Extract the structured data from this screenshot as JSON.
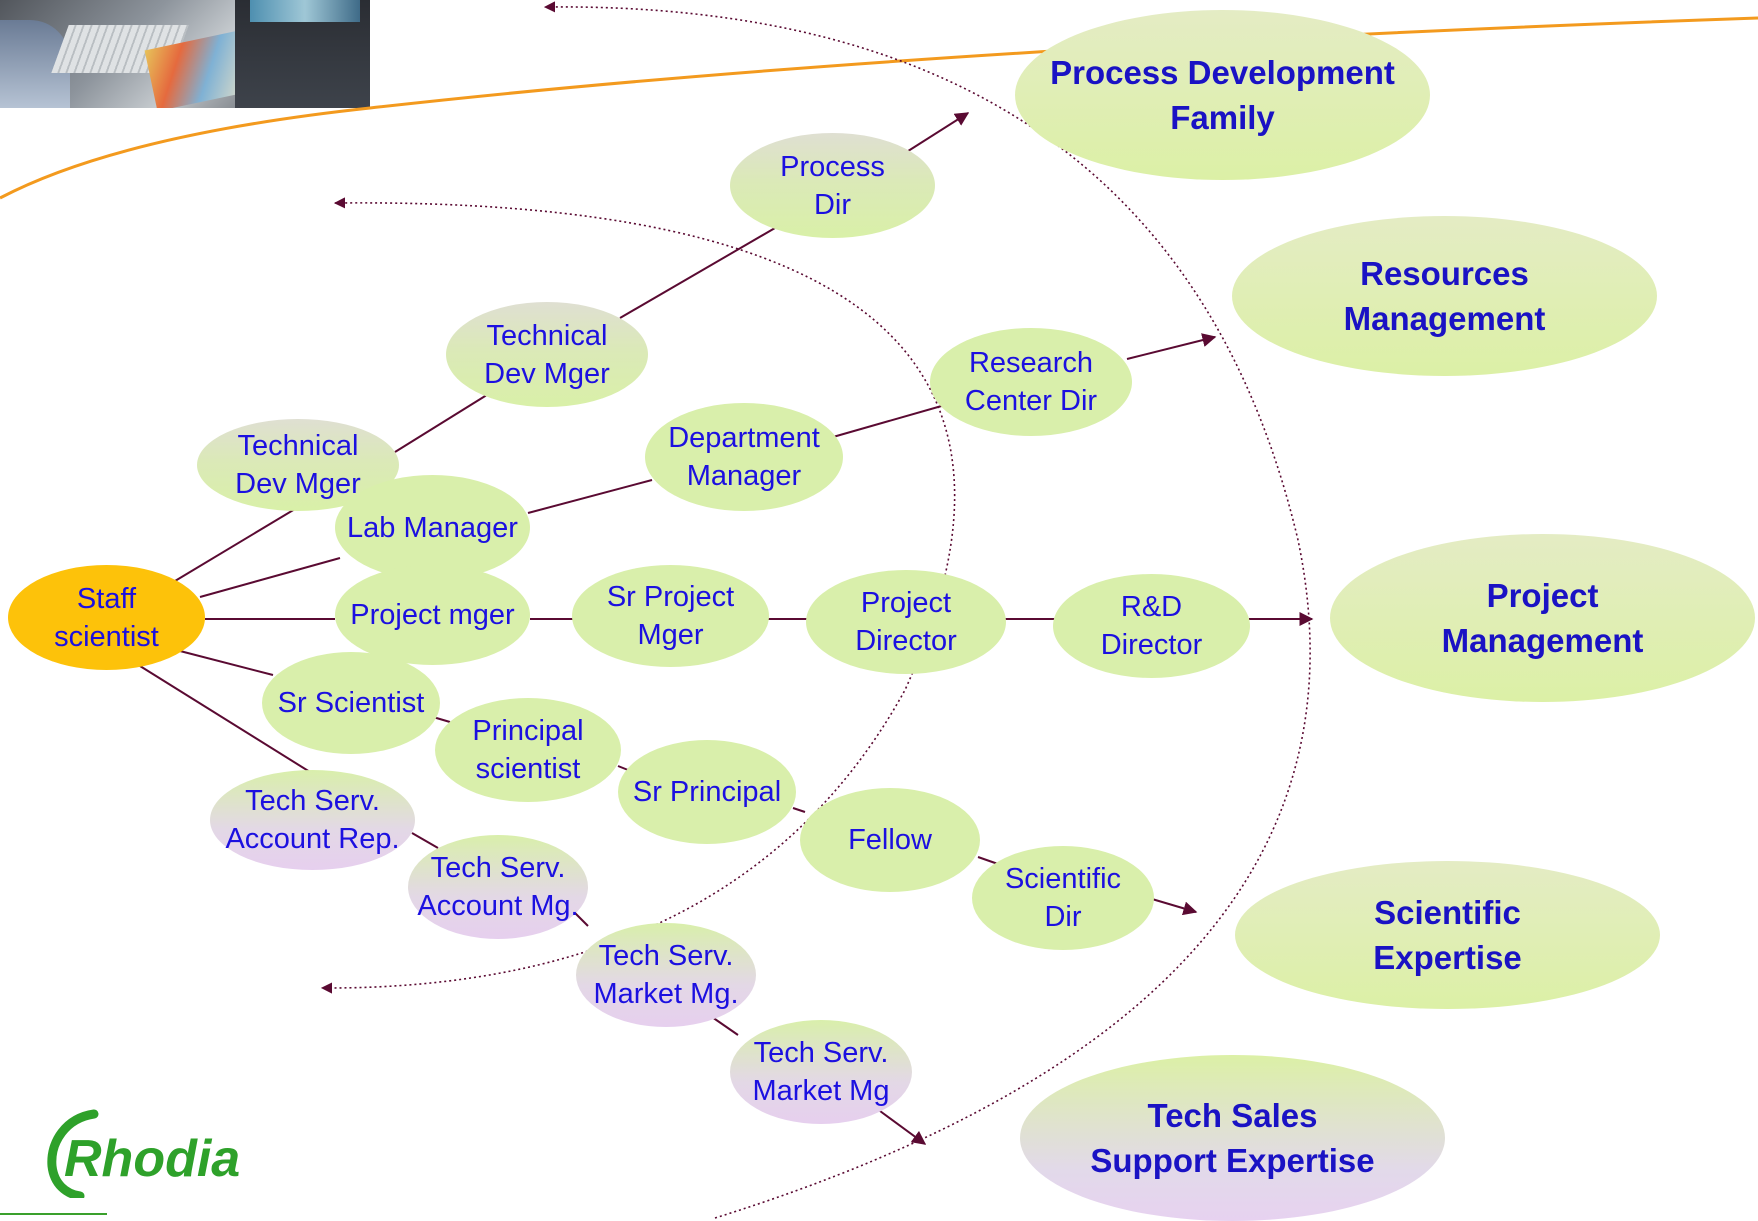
{
  "title": "",
  "nodes": {
    "staff_scientist": "Staff\nscientist",
    "tech_dev_mger_1": "Technical\nDev Mger",
    "tech_dev_mger_2": "Technical\nDev Mger",
    "process_dir": "Process\nDir",
    "lab_manager": "Lab Manager",
    "department_manager": "Department\nManager",
    "research_center_dir": "Research\nCenter Dir",
    "project_mger": "Project mger",
    "sr_project_mger": "Sr Project\nMger",
    "project_director": "Project\nDirector",
    "rd_director": "R&D\nDirector",
    "sr_scientist": "Sr Scientist",
    "principal_scientist": "Principal\nscientist",
    "sr_principal": "Sr  Principal",
    "fellow": "Fellow",
    "scientific_dir": "Scientific\nDir",
    "tech_serv_account_rep": "Tech Serv.\nAccount Rep.",
    "tech_serv_account_mg": "Tech Serv.\nAccount Mg.",
    "tech_serv_market_mg_1": "Tech Serv.\nMarket Mg.",
    "tech_serv_market_mg_2": "Tech Serv.\nMarket Mg"
  },
  "families": {
    "process_development": "Process Development\nFamily",
    "resources_management": "Resources\nManagement",
    "project_management": "Project\nManagement",
    "scientific_expertise": "Scientific\nExpertise",
    "tech_sales_support": "Tech Sales\nSupport Expertise"
  },
  "logo": {
    "text": "Rhodia",
    "color": "#2ea12a"
  },
  "colors": {
    "node_text": "#1c10e0",
    "connector": "#5a0a32",
    "arc_orange": "#f39a1e",
    "staff_fill": "#fdc20a",
    "node_fill": "#d9efab",
    "tech_fill": "#e6cfee"
  },
  "icons": {
    "photo": "computer-operator-photo",
    "logo": "rhodia-logo"
  }
}
